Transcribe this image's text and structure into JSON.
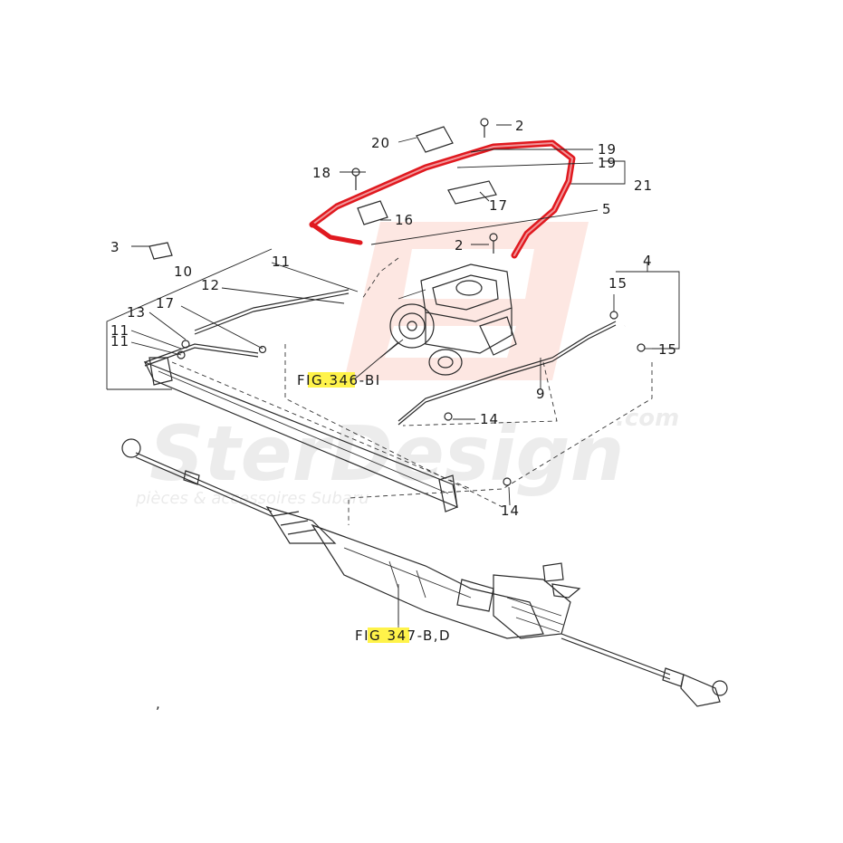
{
  "diagram": {
    "callouts": [
      {
        "id": "c2a",
        "text": "2"
      },
      {
        "id": "c20",
        "text": "20"
      },
      {
        "id": "c19a",
        "text": "19"
      },
      {
        "id": "c19b",
        "text": "19"
      },
      {
        "id": "c21",
        "text": "21"
      },
      {
        "id": "c18",
        "text": "18"
      },
      {
        "id": "c17",
        "text": "17"
      },
      {
        "id": "c16",
        "text": "16"
      },
      {
        "id": "c5",
        "text": "5"
      },
      {
        "id": "c2b",
        "text": "2"
      },
      {
        "id": "c3",
        "text": "3"
      },
      {
        "id": "c4",
        "text": "4"
      },
      {
        "id": "c10",
        "text": "10"
      },
      {
        "id": "c11a",
        "text": "11"
      },
      {
        "id": "c12",
        "text": "12"
      },
      {
        "id": "c17b",
        "text": "17"
      },
      {
        "id": "c15a",
        "text": "15"
      },
      {
        "id": "c13",
        "text": "13"
      },
      {
        "id": "c11b",
        "text": "11"
      },
      {
        "id": "c11c",
        "text": "11"
      },
      {
        "id": "c15b",
        "text": "15"
      },
      {
        "id": "c9",
        "text": "9"
      },
      {
        "id": "c14a",
        "text": "14"
      },
      {
        "id": "c14b",
        "text": "14"
      }
    ],
    "figure_refs": [
      {
        "id": "fig346",
        "highlight": "FIG.34",
        "rest": "6-BI"
      },
      {
        "id": "fig347",
        "highlight": "FIG 34",
        "rest": "7-B,D"
      }
    ],
    "highlight_color": "#fff34a",
    "hose_color": "#e0191f"
  },
  "watermark": {
    "brand": "SterDesign",
    "domain": ".com",
    "tagline": "pièces & accessoires Subaru"
  }
}
